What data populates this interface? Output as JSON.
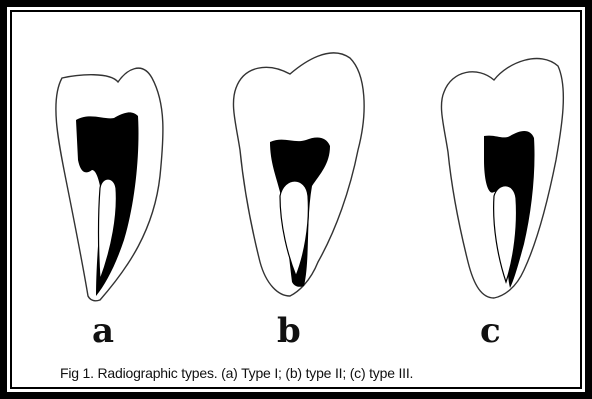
{
  "figure": {
    "panels": [
      {
        "label": "a",
        "description_icon": "tooth-type-i-icon"
      },
      {
        "label": "b",
        "description_icon": "tooth-type-ii-icon"
      },
      {
        "label": "c",
        "description_icon": "tooth-type-iii-icon"
      }
    ],
    "caption": "Fig 1. Radiographic types. (a) Type I; (b) type II; (c) type III."
  },
  "colors": {
    "border": "#000000",
    "pulp": "#000000",
    "outline": "#333333",
    "background": "#ffffff"
  }
}
